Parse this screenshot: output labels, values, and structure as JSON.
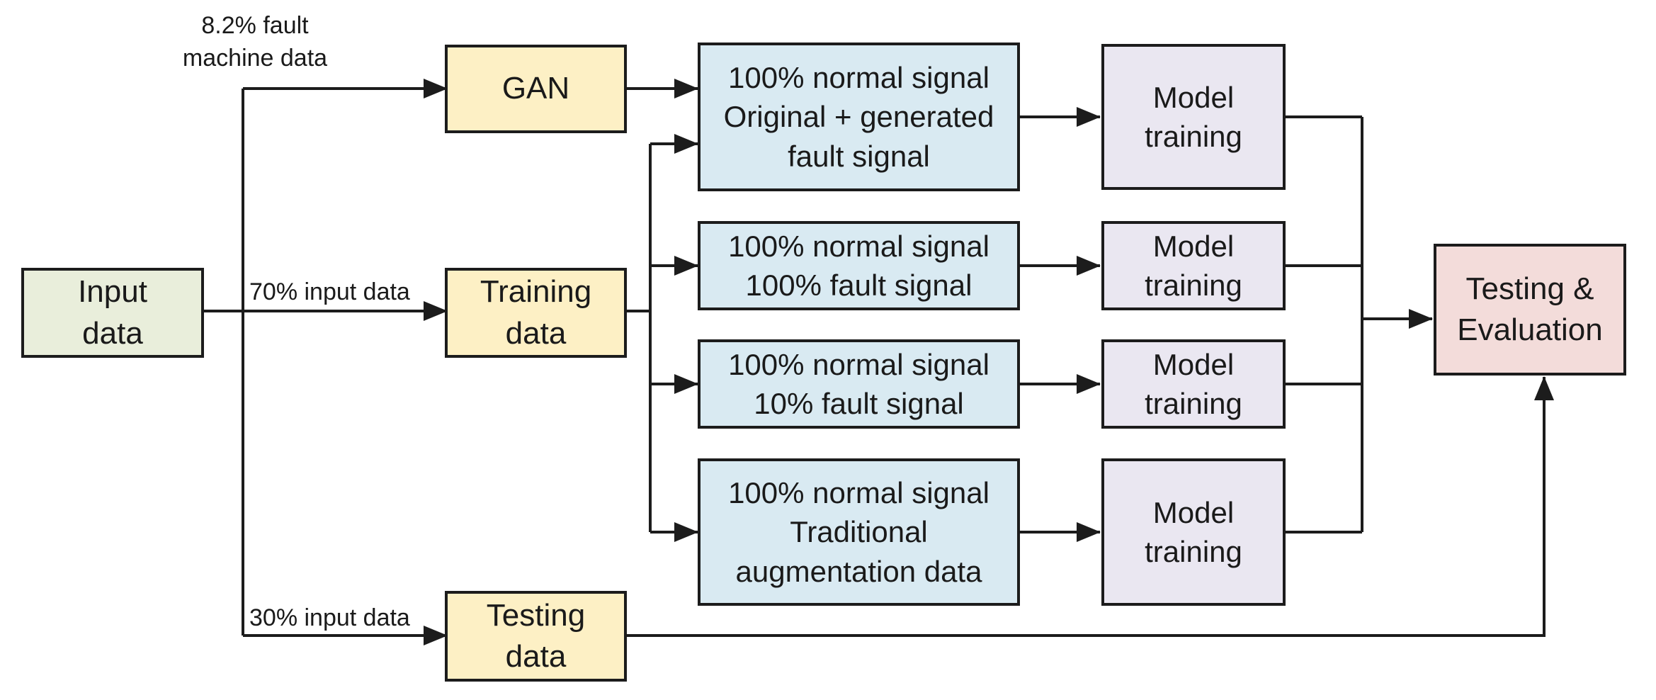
{
  "nodes": {
    "input_data": {
      "label": "Input\ndata",
      "fill": "#e9eedb"
    },
    "gan": {
      "label": "GAN",
      "fill": "#fdf0c5"
    },
    "training_data": {
      "label": "Training\ndata",
      "fill": "#fdf0c5"
    },
    "testing_data": {
      "label": "Testing\ndata",
      "fill": "#fdf0c5"
    },
    "testing_evaluation": {
      "label": "Testing &\nEvaluation",
      "fill": "#f3dcda"
    }
  },
  "pipeline_rows": [
    {
      "dataset": "100% normal signal\nOriginal + generated\nfault signal",
      "model": "Model\ntraining"
    },
    {
      "dataset": "100% normal signal\n100% fault signal",
      "model": "Model\ntraining"
    },
    {
      "dataset": "100% normal signal\n10% fault signal",
      "model": "Model\ntraining"
    },
    {
      "dataset": "100% normal signal\nTraditional\naugmentation data",
      "model": "Model\ntraining"
    }
  ],
  "edge_labels": {
    "gan_split": "8.2% fault\nmachine data",
    "training_split": "70% input data",
    "testing_split": "30% input data"
  },
  "colors": {
    "dataset_fill": "#d9eaf2",
    "model_fill": "#eae7f1",
    "connector_stroke": "#1c1c1c",
    "text": "#1a1a1a",
    "background": "#ffffff"
  }
}
